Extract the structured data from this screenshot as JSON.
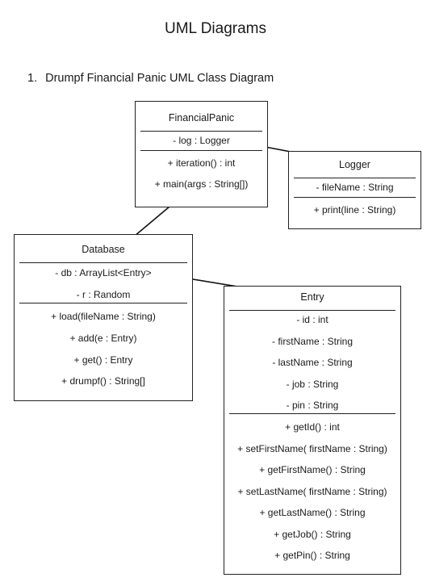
{
  "page": {
    "title": "UML Diagrams",
    "section_number": "1.",
    "section_title": "Drumpf Financial Panic UML Class Diagram"
  },
  "classes": {
    "financial_panic": {
      "name": "FinancialPanic",
      "attributes": [
        "- log : Logger"
      ],
      "methods": [
        "+ iteration() : int",
        "+ main(args : String[])"
      ]
    },
    "logger": {
      "name": "Logger",
      "attributes": [
        "- fileName : String"
      ],
      "methods": [
        "+ print(line : String)"
      ]
    },
    "database": {
      "name": "Database",
      "attributes": [
        "- db : ArrayList<Entry>",
        "- r : Random"
      ],
      "methods": [
        "+ load(fileName : String)",
        "+ add(e : Entry)",
        "+ get() : Entry",
        "+ drumpf() : String[]"
      ]
    },
    "entry": {
      "name": "Entry",
      "attributes": [
        "- id : int",
        "- firstName : String",
        "- lastName : String",
        "- job : String",
        "- pin : String"
      ],
      "methods": [
        "+ getId() : int",
        "+ setFirstName( firstName : String)",
        "+ getFirstName() : String",
        "+ setLastName( firstName : String)",
        "+ getLastName() : String",
        "+ getJob() : String",
        "+ getPin() : String"
      ]
    }
  },
  "associations": [
    {
      "from": "FinancialPanic",
      "to": "Logger"
    },
    {
      "from": "FinancialPanic",
      "to": "Database"
    },
    {
      "from": "Database",
      "to": "Entry"
    }
  ]
}
